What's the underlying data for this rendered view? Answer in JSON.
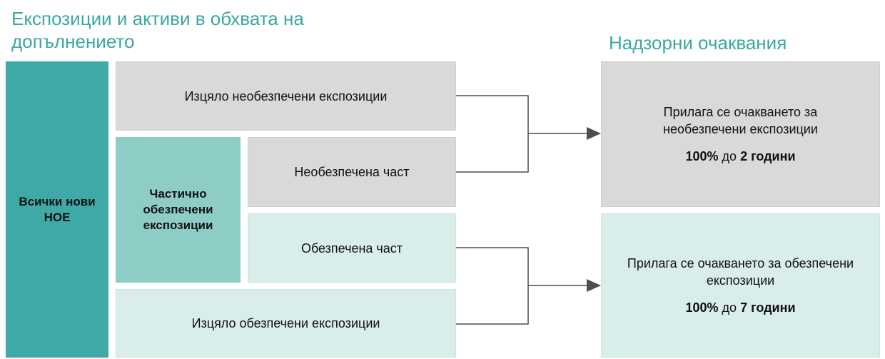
{
  "headings": {
    "left": "Експозиции и активи в обхвата на допълнението",
    "right": "Надзорни очаквания"
  },
  "boxes": {
    "all_npe": "Всички нови НОЕ",
    "fully_unsecured": "Изцяло необезпечени експозиции",
    "partially_secured": "Частично обезпечени експозиции",
    "unsecured_part": "Необезпечена част",
    "secured_part": "Обезпечена част",
    "fully_secured": "Изцяло обезпечени експозиции"
  },
  "expectations": {
    "unsecured": {
      "text": "Прилага се очакването за необезпечени експозиции",
      "pct": "100%",
      "prep": "до",
      "period": "2 години"
    },
    "secured": {
      "text": "Прилага се очакването за обезпечени експозиции",
      "pct": "100%",
      "prep": "до",
      "period": "7 години"
    }
  },
  "colors": {
    "heading": "#3aa8a0",
    "teal": "#3fa9a8",
    "mid_teal": "#8ecdc6",
    "light_teal": "#d9edea",
    "gray": "#d9d9d9",
    "connector": "#4d4d4d"
  }
}
